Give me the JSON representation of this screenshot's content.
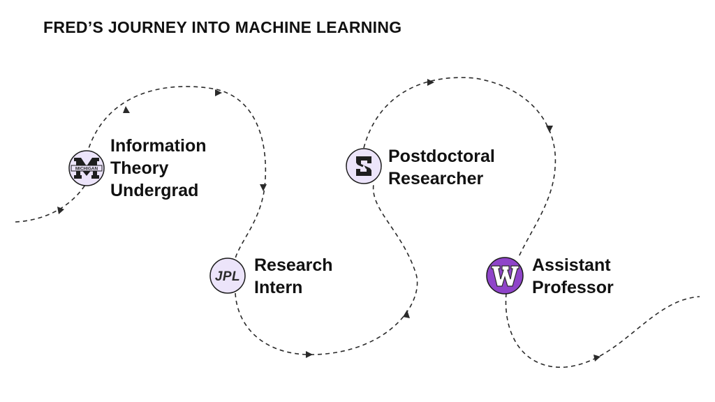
{
  "title": "FRED’S JOURNEY INTO MACHINE LEARNING",
  "colors": {
    "badge_fill": "#ece4fa",
    "badge_fill_accent": "#8f44c9",
    "badge_stroke": "#1a1a1a",
    "path": "#2a2a2a",
    "logo_dark": "#2b2b2b"
  },
  "steps": [
    {
      "id": "michigan",
      "lines": [
        "Information",
        "Theory",
        "Undergrad"
      ],
      "logo": {
        "icon": "michigan-block-m-icon",
        "wordmark": "MICHIGAN"
      }
    },
    {
      "id": "jpl",
      "lines": [
        "Research",
        "Intern"
      ],
      "logo": {
        "icon": "jpl-logo-icon",
        "wordmark": "JPL"
      }
    },
    {
      "id": "stanford",
      "lines": [
        "Postdoctoral",
        "Researcher"
      ],
      "logo": {
        "icon": "stanford-s-icon"
      }
    },
    {
      "id": "wisconsin",
      "lines": [
        "Assistant",
        "Professor"
      ],
      "logo": {
        "icon": "wisconsin-w-icon"
      }
    }
  ]
}
